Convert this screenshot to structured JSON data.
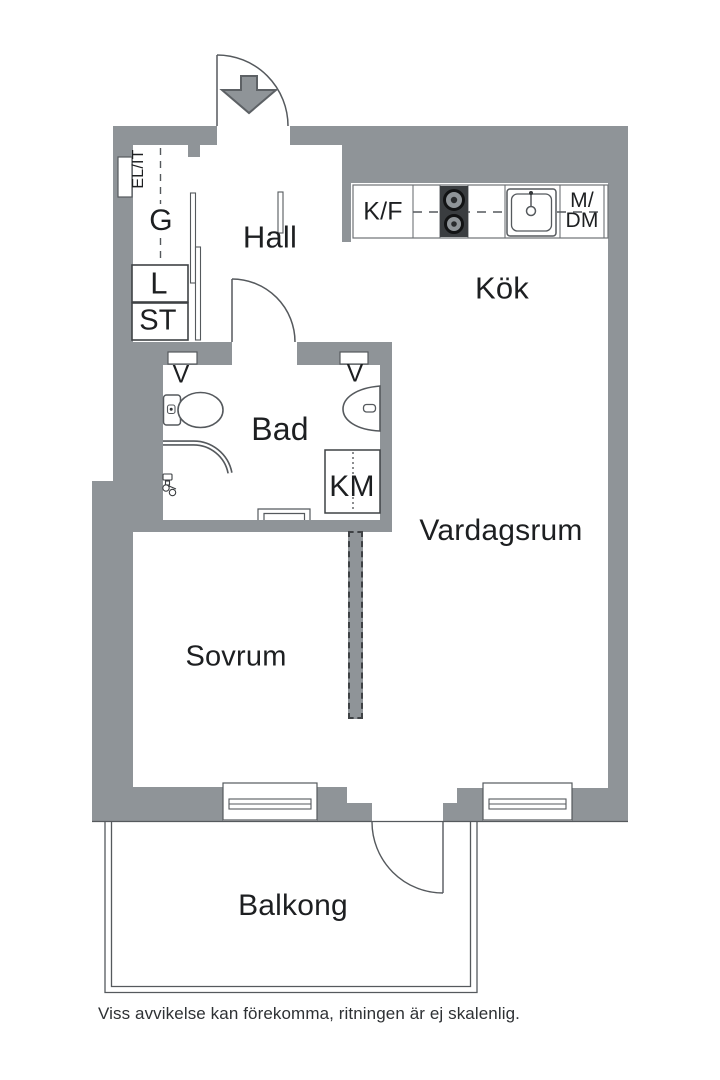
{
  "plan": {
    "rooms": {
      "hall": "Hall",
      "kitchen": "Kök",
      "bathroom": "Bad",
      "living_room": "Vardagsrum",
      "bedroom": "Sovrum",
      "balcony": "Balkong"
    },
    "fixtures": {
      "electrical_cabinet": "EL/IT",
      "wardrobe": "G",
      "linen_closet": "L",
      "cleaning_closet": "ST",
      "fridge_freezer": "K/F",
      "micro_line1": "M/",
      "micro_line2": "DM",
      "vent_left": "V",
      "vent_right": "V",
      "washing_machine": "KM"
    },
    "disclaimer": "Viss avvikelse kan förekomma, ritningen är ej skalenlig.",
    "colors": {
      "wall": "#8f9498",
      "line": "#55595d",
      "stove_dark": "#3a3d40",
      "text": "#1d1f21"
    }
  }
}
